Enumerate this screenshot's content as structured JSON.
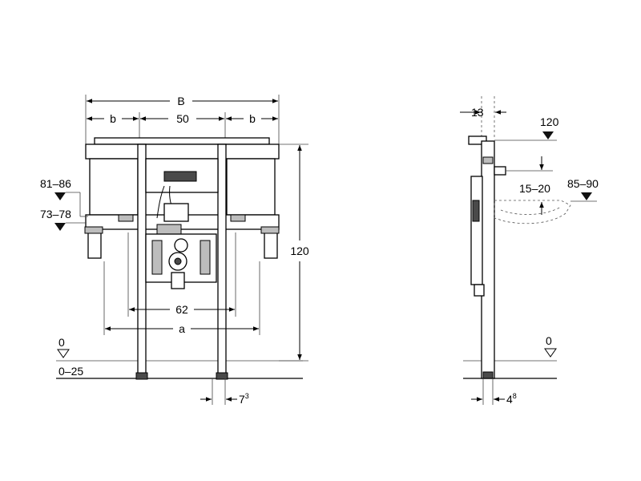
{
  "front_view": {
    "dim_total_width": "B",
    "dim_side_left": "b",
    "dim_center": "50",
    "dim_side_right": "b",
    "dim_height": "120",
    "dim_grab_upper": "81–86",
    "dim_grab_lower": "73–78",
    "dim_rail_spacing": "62",
    "dim_foot_spacing": "a",
    "dim_floor_zero": "0",
    "dim_floor_range": "0–25",
    "dim_foot_width_base": "7",
    "dim_foot_width_sup": "3"
  },
  "side_view": {
    "dim_depth": "13",
    "dim_top_height": "120",
    "dim_bowl_offset": "15–20",
    "dim_bowl_height": "85–90",
    "dim_floor_zero": "0",
    "dim_foot_depth_base": "4",
    "dim_foot_depth_sup": "8"
  },
  "colors": {
    "line": "#000000",
    "hatch": "#bdbdbd",
    "dark_part": "#4a4a4a"
  }
}
